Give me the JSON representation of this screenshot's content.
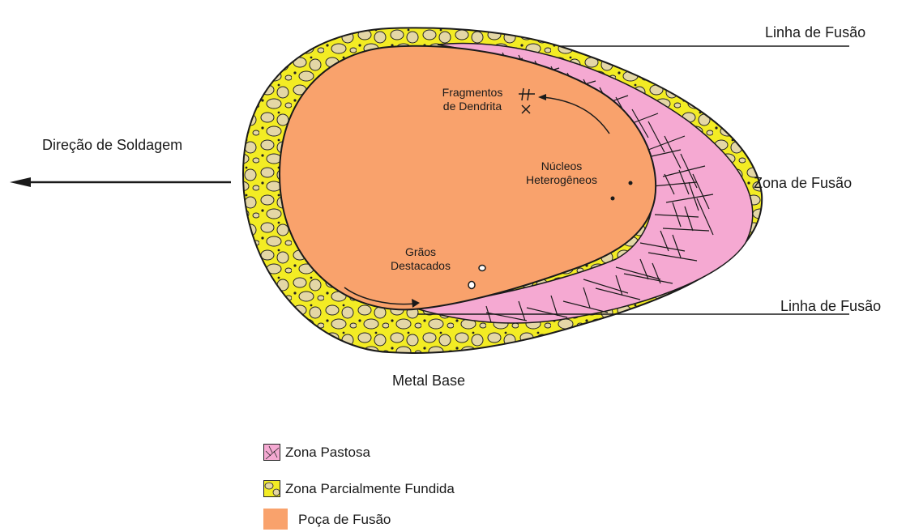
{
  "labels": {
    "fusion_line_top": "Linha de Fusão",
    "fusion_line_bottom": "Linha de Fusão",
    "fusion_zone": "Zona de Fusão",
    "welding_direction": "Direção de Soldagem",
    "base_metal": "Metal Base",
    "dendrite_fragments_1": "Fragmentos",
    "dendrite_fragments_2": "de Dendrita",
    "heterogeneous_nuclei_1": "Núcleos",
    "heterogeneous_nuclei_2": "Heterogêneos",
    "detached_grains_1": "Grãos",
    "detached_grains_2": "Destacados"
  },
  "legend": [
    {
      "label": "Zona Pastosa",
      "pattern": "mushy"
    },
    {
      "label": "Zona Parcialmente Fundida",
      "pattern": "partial"
    },
    {
      "label": "Poça de Fusão",
      "pattern": "pool"
    }
  ],
  "colors": {
    "pool": "#f9a26c",
    "mushy": "#f5a9d2",
    "partial": "#f3ec24",
    "grain": "#e4d7a6",
    "outline": "#1a1a1a"
  }
}
